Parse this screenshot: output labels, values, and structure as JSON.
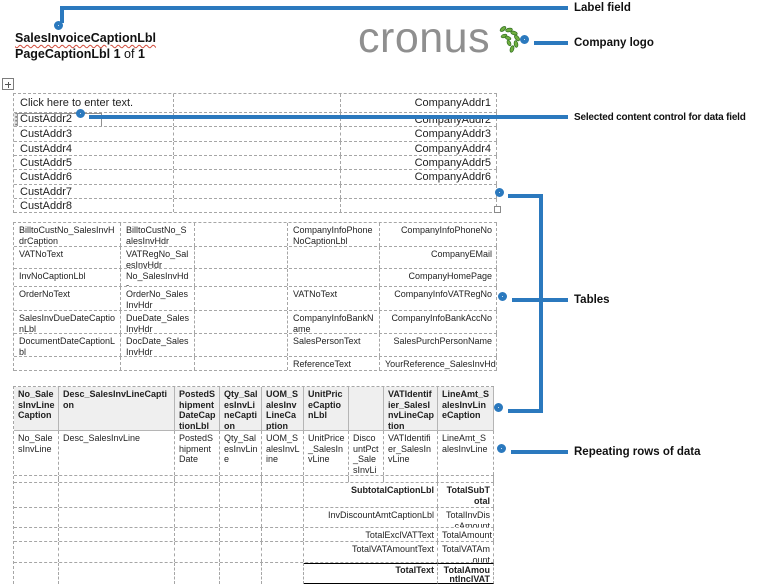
{
  "colors": {
    "callout_blue": "#2b79be",
    "logo_gray": "#8f8f8f",
    "leaf_green": "#6fae3e",
    "header_fill": "#efefef"
  },
  "header": {
    "title": "SalesInvoiceCaptionLbl",
    "page_caption_bold": "PageCaptionLbl 1 ",
    "page_caption_of": "of ",
    "page_caption_num": "1"
  },
  "logo": {
    "text": "cronus"
  },
  "annotations": {
    "label_field": "Label field",
    "company_logo": "Company logo",
    "selected_control": "Selected content control for data field",
    "tables": "Tables",
    "repeating_rows": "Repeating rows of data"
  },
  "address_table": {
    "rows": [
      {
        "c1": "Click here to enter text.",
        "c3": "CompanyAddr1"
      },
      {
        "c1": "CustAddr2",
        "c3": "CompanyAddr2"
      },
      {
        "c1": "CustAddr3",
        "c3": "CompanyAddr3"
      },
      {
        "c1": "CustAddr4",
        "c3": "CompanyAddr4"
      },
      {
        "c1": "CustAddr5",
        "c3": "CompanyAddr5"
      },
      {
        "c1": "CustAddr6",
        "c3": "CompanyAddr6"
      },
      {
        "c1": "CustAddr7",
        "c3": ""
      },
      {
        "c1": "CustAddr8",
        "c3": ""
      }
    ]
  },
  "info_table": {
    "rows": [
      {
        "c1": "BilltoCustNo_SalesInvHdrCaption",
        "c2": "BilltoCustNo_SalesInvHdr",
        "c3": "",
        "c4": "CompanyInfoPhoneNoCaptionLbl",
        "c5": "CompanyInfoPhoneNo"
      },
      {
        "c1": "VATNoText",
        "c2": "VATRegNo_SalesInvHdr",
        "c3": "",
        "c4": "",
        "c5": "CompanyEMail"
      },
      {
        "c1": "InvNoCaptionLbl",
        "c2": "No_SalesInvHdr",
        "c3": "",
        "c4": "",
        "c5": "CompanyHomePage"
      },
      {
        "c1": "OrderNoText",
        "c2": "OrderNo_SalesInvHdr",
        "c3": "",
        "c4": "VATNoText",
        "c5": "CompanyInfoVATRegNo"
      },
      {
        "c1": "SalesInvDueDateCaptionLbl",
        "c2": "DueDate_SalesInvHdr",
        "c3": "",
        "c4": "CompanyInfoBankName",
        "c5": "CompanyInfoBankAccNo"
      },
      {
        "c1": "DocumentDateCaptionLbl",
        "c2": "DocDate_SalesInvHdr",
        "c3": "",
        "c4": "SalesPersonText",
        "c5": "SalesPurchPersonName"
      },
      {
        "c1": "",
        "c2": "",
        "c3": "",
        "c4": "ReferenceText",
        "c5": "YourReference_SalesInvHdr"
      }
    ]
  },
  "lines_table": {
    "headers": [
      "No_SalesInvLineCaption",
      "Desc_SalesInvLineCaption",
      "PostedShipmentDateCaptionLbl",
      "Qty_SalesInvLineCaption",
      "UOM_SalesInvLineCaption",
      "UnitPriceCaptionLbl",
      "",
      "VATIdentifier_SalesInvLineCaption",
      "LineAmt_SalesInvLineCaption"
    ],
    "data_row": [
      "No_SalesInvLine",
      "Desc_SalesInvLine",
      "PostedShipmentDate",
      "Qty_SalesInvLine",
      "UOM_SalesInvLine",
      "UnitPrice_SalesInvLine",
      "DiscountPct_SalesInvLine",
      "VATIdentifier_SalesInvLine",
      "LineAmt_SalesInvLine"
    ],
    "totals": [
      {
        "label": "SubtotalCaptionLbl",
        "amount": "TotalSubTotal"
      },
      {
        "label": "InvDiscountAmtCaptionLbl",
        "amount": "TotalInvDiscAmount"
      },
      {
        "label": "TotalExclVATText",
        "amount": "TotalAmount"
      },
      {
        "label": "TotalVATAmountText",
        "amount": "TotalVATAmount"
      },
      {
        "label": "TotalText",
        "amount": "TotalAmountInclVAT"
      }
    ]
  }
}
